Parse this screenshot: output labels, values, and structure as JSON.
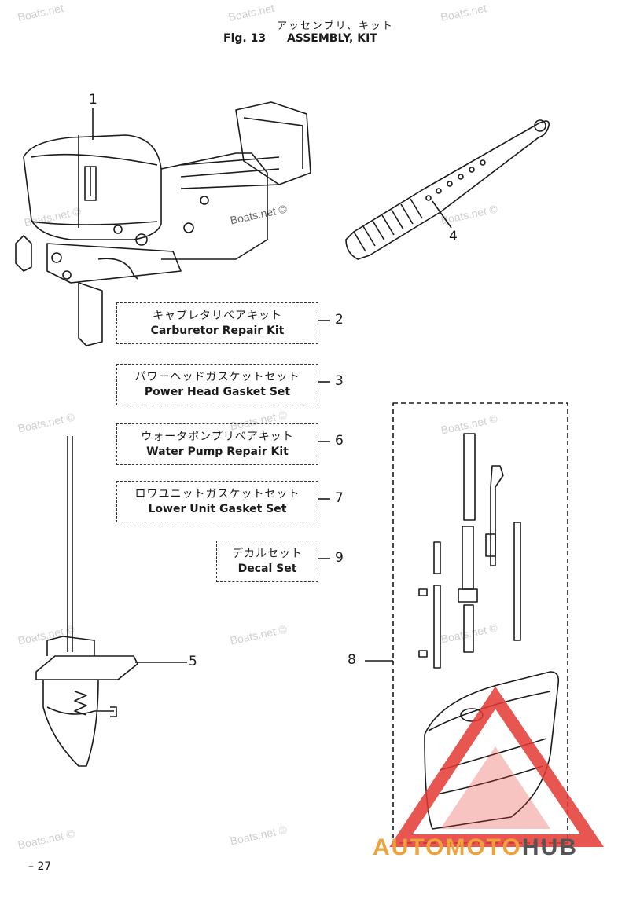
{
  "header": {
    "title_jp": "アッセンブリ、キット",
    "fig_label": "Fig. 13",
    "title_en": "ASSEMBLY, KIT"
  },
  "kits": [
    {
      "jp": "キャブレタリペアキット",
      "en": "Carburetor Repair Kit",
      "num": "2"
    },
    {
      "jp": "パワーヘッドガスケットセット",
      "en": "Power Head Gasket Set",
      "num": "3"
    },
    {
      "jp": "ウォータポンプリペアキット",
      "en": "Water Pump Repair Kit",
      "num": "6"
    },
    {
      "jp": "ロワユニットガスケットセット",
      "en": "Lower Unit Gasket Set",
      "num": "7"
    },
    {
      "jp": "デカルセット",
      "en": "Decal Set",
      "num": "9"
    }
  ],
  "callouts": {
    "carburetor": "1",
    "tiller_handle": "4",
    "lower_unit_gasket": "5",
    "lower_unit_assy": "8"
  },
  "page_number": "– 27",
  "watermark_text": "Boats.net ©",
  "watermark_short": "Boats.net",
  "brand": {
    "part1": "AUTOMOTO",
    "part2": "HUB"
  },
  "colors": {
    "line": "#1a1a1a",
    "watermark": "#cfcfcf",
    "brand_orange": "#f0a23a",
    "brand_red": "#e53935"
  }
}
